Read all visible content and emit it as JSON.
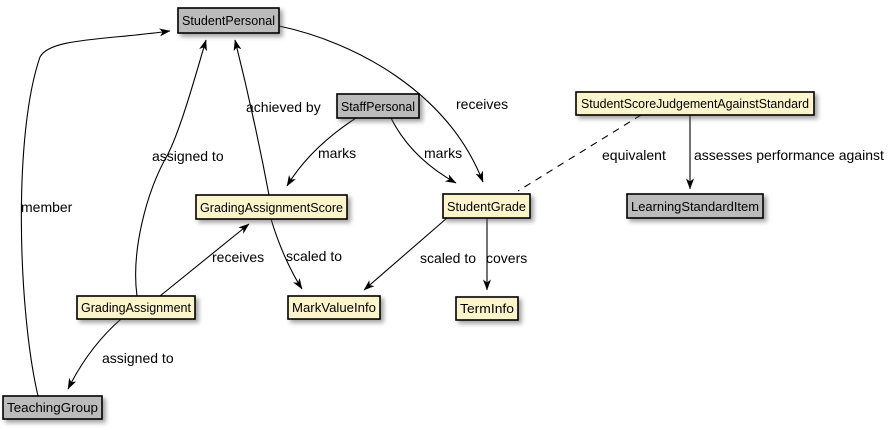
{
  "diagram": {
    "type": "uml-entity-relationship-diagram",
    "colors": {
      "background": "#FFFFFF",
      "node_yellow": "#FCF5CB",
      "node_gray": "#BBBBBB",
      "border": "#000000",
      "line": "#000000"
    },
    "nodes": [
      {
        "id": "StudentPersonal",
        "label": "StudentPersonal",
        "color": "gray"
      },
      {
        "id": "StaffPersonal",
        "label": "StaffPersonal",
        "color": "gray"
      },
      {
        "id": "StudentScoreJudgementAgainstStandard",
        "label": "StudentScoreJudgementAgainstStandard",
        "color": "yellow"
      },
      {
        "id": "GradingAssignmentScore",
        "label": "GradingAssignmentScore",
        "color": "yellow"
      },
      {
        "id": "StudentGrade",
        "label": "StudentGrade",
        "color": "yellow"
      },
      {
        "id": "LearningStandardItem",
        "label": "LearningStandardItem",
        "color": "gray"
      },
      {
        "id": "GradingAssignment",
        "label": "GradingAssignment",
        "color": "yellow"
      },
      {
        "id": "MarkValueInfo",
        "label": "MarkValueInfo",
        "color": "yellow"
      },
      {
        "id": "TermInfo",
        "label": "TermInfo",
        "color": "yellow"
      },
      {
        "id": "TeachingGroup",
        "label": "TeachingGroup",
        "color": "gray"
      }
    ],
    "edges": [
      {
        "from": "TeachingGroup",
        "to": "StudentPersonal",
        "label": "member",
        "style": "solid",
        "arrow": true
      },
      {
        "from": "GradingAssignment",
        "to": "StudentPersonal",
        "label": "assigned to",
        "style": "solid",
        "arrow": true
      },
      {
        "from": "GradingAssignmentScore",
        "to": "StudentPersonal",
        "label": "achieved by",
        "style": "solid",
        "arrow": true
      },
      {
        "from": "StudentPersonal",
        "to": "StudentGrade",
        "label": "receives",
        "style": "solid",
        "arrow": true
      },
      {
        "from": "StaffPersonal",
        "to": "GradingAssignmentScore",
        "label": "marks",
        "style": "solid",
        "arrow": true
      },
      {
        "from": "StaffPersonal",
        "to": "StudentGrade",
        "label": "marks",
        "style": "solid",
        "arrow": true
      },
      {
        "from": "GradingAssignment",
        "to": "GradingAssignmentScore",
        "label": "receives",
        "style": "solid",
        "arrow": true
      },
      {
        "from": "GradingAssignmentScore",
        "to": "MarkValueInfo",
        "label": "scaled to",
        "style": "solid",
        "arrow": true
      },
      {
        "from": "StudentGrade",
        "to": "MarkValueInfo",
        "label": "scaled to",
        "style": "solid",
        "arrow": true
      },
      {
        "from": "StudentGrade",
        "to": "TermInfo",
        "label": "covers",
        "style": "solid",
        "arrow": true
      },
      {
        "from": "GradingAssignment",
        "to": "TeachingGroup",
        "label": "assigned to",
        "style": "solid",
        "arrow": true
      },
      {
        "from": "StudentScoreJudgementAgainstStandard",
        "to": "StudentGrade",
        "label": "equivalent",
        "style": "dashed",
        "arrow": false
      },
      {
        "from": "StudentScoreJudgementAgainstStandard",
        "to": "LearningStandardItem",
        "label": "assesses performance against",
        "style": "solid",
        "arrow": true
      }
    ]
  }
}
